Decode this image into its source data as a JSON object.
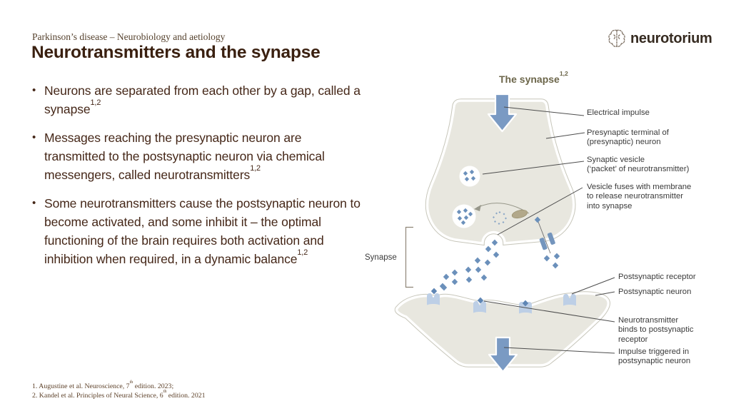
{
  "slide": {
    "eyebrow": "Parkinson’s disease – Neurobiology and aetiology",
    "title": "Neurotransmitters and the synapse",
    "bullets": [
      {
        "text": "Neurons are separated from each other by a gap, called a synapse",
        "sup": "1,2"
      },
      {
        "text": "Messages reaching the presynaptic neuron are transmitted to the postsynaptic neuron via chemical messengers, called neurotransmitters",
        "sup": "1,2"
      },
      {
        "text": "Some neurotransmitters cause the postsynaptic neuron to become activated, and some inhibit it – the optimal functioning of the brain requires both activation and inhibition when required, in a dynamic balance",
        "sup": "1,2"
      }
    ],
    "references": [
      {
        "pre": "1. Augustine et al. Neuroscience, 7",
        "sup": "th",
        "post": " edition. 2023;"
      },
      {
        "pre": "2. Kandel et al. Principles of Neural Science, 6",
        "sup": "th",
        "post": " edition. 2021"
      }
    ]
  },
  "brand": {
    "name": "neurotorium",
    "icon": "brain-icon"
  },
  "diagram": {
    "title": {
      "text": "The synapse",
      "sup": "1,2"
    },
    "synapse_label": "Synapse",
    "labels": {
      "electrical_impulse": [
        "Electrical impulse"
      ],
      "presynaptic_terminal": [
        "Presynaptic terminal of",
        "(presynaptic) neuron"
      ],
      "synaptic_vesicle": [
        "Synaptic vesicle",
        "(‘packet’ of neurotransmitter)"
      ],
      "vesicle_fuses": [
        "Vesicle fuses with membrane",
        "to release neurotransmitter",
        "into synapse"
      ],
      "postsynaptic_receptor": [
        "Postsynaptic receptor"
      ],
      "postsynaptic_neuron": [
        "Postsynaptic neuron"
      ],
      "neurotransmitter_binds": [
        "Neurotransmitter",
        "binds to postsynaptic",
        "receptor"
      ],
      "impulse_triggered": [
        "Impulse triggered in",
        "postsynaptic neuron"
      ]
    },
    "colors": {
      "neuron_fill": "#e8e7df",
      "neuron_outline": "#c7c6ba",
      "impulse_arrow_blue": "#7a9ac3",
      "neurotransmitter_blue": "#6b90bb",
      "receptor_light_blue": "#bdcfe6",
      "vesicle_fill": "#ffffff",
      "fused_vesicle_tan": "#b2a88a",
      "label_text": "#3a3a3a",
      "diagram_title_olive": "#6c664a",
      "slide_text_brown": "#452718"
    }
  }
}
